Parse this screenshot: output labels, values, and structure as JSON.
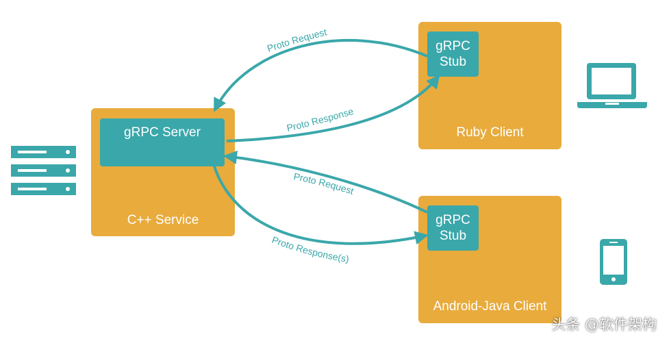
{
  "server": {
    "service_label": "C++ Service",
    "server_label": "gRPC Server"
  },
  "ruby_client": {
    "label": "Ruby Client",
    "stub_line1": "gRPC",
    "stub_line2": "Stub"
  },
  "android_client": {
    "label": "Android-Java Client",
    "stub_line1": "gRPC",
    "stub_line2": "Stub"
  },
  "arrows": {
    "top_request": "Proto Request",
    "top_response": "Proto Response",
    "bottom_request": "Proto Request",
    "bottom_response": "Proto Response(s)"
  },
  "icons": [
    "server-rack-icon",
    "laptop-icon",
    "phone-icon"
  ],
  "colors": {
    "box": "#e8ab3c",
    "teal": "#3aa7aa"
  },
  "watermark": "头条 @软件架构"
}
